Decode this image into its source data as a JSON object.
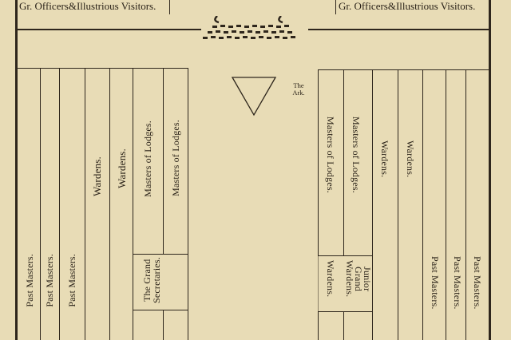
{
  "header": {
    "left_label": "Gr. Officers&Illustrious Visitors.",
    "right_label": "Gr. Officers&Illustrious Visitors."
  },
  "center": {
    "ark_line1": "The",
    "ark_line2": "Ark."
  },
  "left_columns": [
    "Past Masters.",
    "Past Masters.",
    "Past Masters.",
    "Wardens.",
    "Wardens.",
    "Masters of Lodges.",
    "Masters of  Lodges."
  ],
  "left_box": {
    "line1": "The Grand",
    "line2": "Secretaries."
  },
  "right_columns": [
    "Masters of Lodges.",
    "Masters of Lodges.",
    "Wardens.",
    "Wardens.",
    "Past Masters.",
    "Past Masters.",
    "Past Masters."
  ],
  "right_box_left": "Wardens.",
  "right_box": {
    "line1": "Junior",
    "line2": "Grand",
    "line3": "Wardens."
  }
}
